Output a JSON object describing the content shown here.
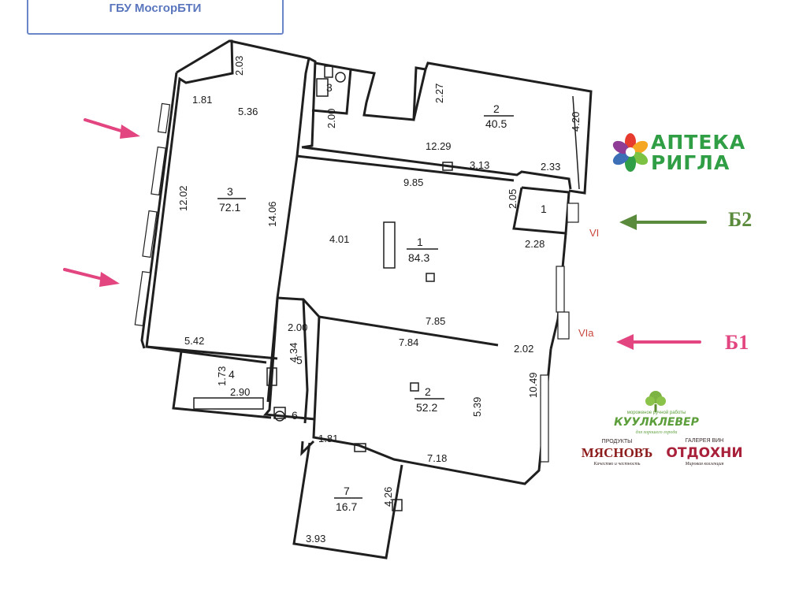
{
  "stamp": {
    "text": "ГБУ МосгорБТИ"
  },
  "rooms": [
    {
      "id": "room-3-left",
      "number": "3",
      "area": "72.1"
    },
    {
      "id": "room-2-top",
      "number": "2",
      "area": "40.5"
    },
    {
      "id": "room-1-main",
      "number": "1",
      "area": "84.3"
    },
    {
      "id": "room-2-lower",
      "number": "2",
      "area": "52.2"
    },
    {
      "id": "room-7",
      "number": "7",
      "area": "16.7"
    },
    {
      "id": "room-3-wc",
      "number": "3",
      "area": ""
    },
    {
      "id": "room-1-vestibule",
      "number": "1",
      "area": ""
    },
    {
      "id": "room-4",
      "number": "4",
      "area": ""
    },
    {
      "id": "room-5",
      "number": "5",
      "area": ""
    },
    {
      "id": "room-6",
      "number": "6",
      "area": ""
    }
  ],
  "dimensions": [
    "2.03",
    "1.81",
    "5.36",
    "12.02",
    "14.06",
    "5.42",
    "2.00",
    "2.27",
    "4.20",
    "12.29",
    "3.13",
    "2.33",
    "9.85",
    "2.05",
    "4.01",
    "2.28",
    "7.85",
    "2.00",
    "4.34",
    "7.84",
    "2.02",
    "1.73",
    "2.90",
    "5.39",
    "10.49",
    "1.81",
    "7.18",
    "4.26",
    "3.93"
  ],
  "axis_marks": {
    "vi": "VI",
    "via": "VIa"
  },
  "entrances": {
    "b2": "Б2",
    "b1": "Б1"
  },
  "brands": {
    "apteka_line1": "АПТЕКА",
    "apteka_line2": "РИГЛА",
    "kuulklever_tagline_top": "мороженое ручной работы",
    "kuulklever_name": "КУУЛКЛЕВЕР",
    "kuulklever_tagline_bottom": "для хорошего города",
    "myasnov_top": "ПРОДУКТЫ",
    "myasnov_name": "МЯСНОВЪ",
    "myasnov_tagline": "Качество и честность",
    "otdohni_top": "ГАЛЕРЕЯ ВИН",
    "otdohni_name": "ОТДОХНИ",
    "otdohni_tagline": "Мировая коллекция"
  },
  "colors": {
    "arrow_pink": "#e2457f",
    "arrow_green": "#5a8a3c",
    "axis_red": "#c8463c",
    "apteka_green": "#2f9e44",
    "kuulklever_green": "#5b9e3a",
    "myasnov_red": "#8c1c1c",
    "otdohni_red": "#a8203a",
    "stamp_blue": "#5a76bd"
  }
}
